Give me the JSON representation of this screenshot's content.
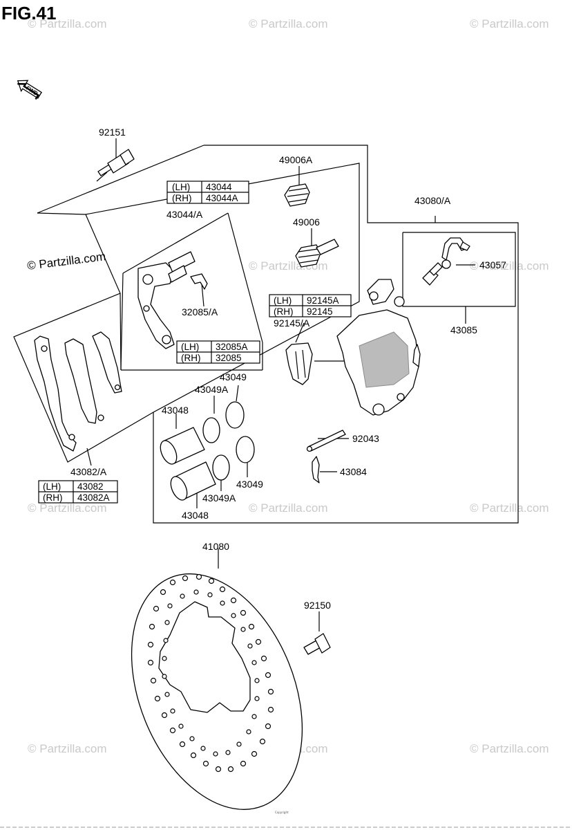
{
  "title": "FIG.41",
  "fwd_label": "FWD",
  "watermark": "© Partzilla.com",
  "copyright_small": "Copyright",
  "parts": {
    "p92151": "92151",
    "p49006A": "49006A",
    "p43044A": "43044/A",
    "p49006": "49006",
    "p43080A": "43080/A",
    "p43057": "43057",
    "p43085": "43085",
    "p32085A": "32085/A",
    "p92145A": "92145/A",
    "p43049_top": "43049",
    "p43049A_top": "43049A",
    "p43048_top": "43048",
    "p92043": "92043",
    "p43084": "43084",
    "p43082A": "43082/A",
    "p43049_bot": "43049",
    "p43049A_bot": "43049A",
    "p43048_bot": "43048",
    "p41080": "41080",
    "p92150": "92150"
  },
  "tables": {
    "bracket": [
      {
        "side": "(LH)",
        "part": "43044"
      },
      {
        "side": "(RH)",
        "part": "43044A"
      }
    ],
    "pin": [
      {
        "side": "(LH)",
        "part": "92145A"
      },
      {
        "side": "(RH)",
        "part": "92145"
      }
    ],
    "spring": [
      {
        "side": "(LH)",
        "part": "32085A"
      },
      {
        "side": "(RH)",
        "part": "32085"
      }
    ],
    "pads": [
      {
        "side": "(LH)",
        "part": "43082"
      },
      {
        "side": "(RH)",
        "part": "43082A"
      }
    ]
  }
}
